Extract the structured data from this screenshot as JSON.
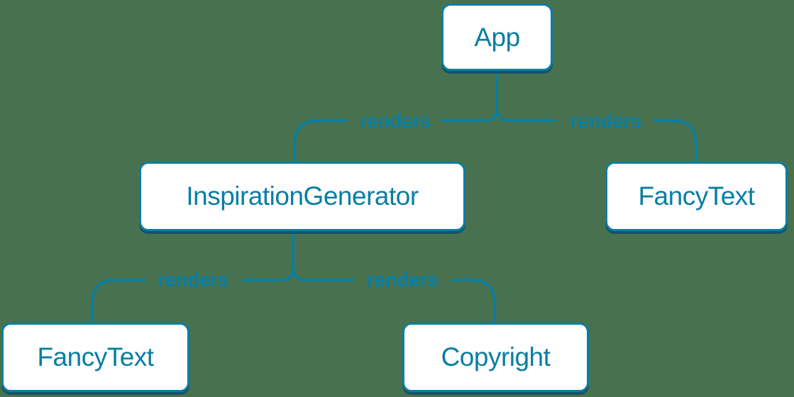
{
  "colors": {
    "background": "#48724f",
    "accent": "#087ea4",
    "node_fill": "#ffffff",
    "node_shadow": "#0f5278"
  },
  "nodes": [
    {
      "id": "app",
      "label": "App"
    },
    {
      "id": "inspiration-generator",
      "label": "InspirationGenerator"
    },
    {
      "id": "fancytext-top-right",
      "label": "FancyText"
    },
    {
      "id": "fancytext-bottom-left",
      "label": "FancyText"
    },
    {
      "id": "copyright",
      "label": "Copyright"
    }
  ],
  "edges": [
    {
      "from": "App",
      "to": "InspirationGenerator",
      "label": "renders"
    },
    {
      "from": "App",
      "to": "FancyText",
      "label": "renders"
    },
    {
      "from": "InspirationGenerator",
      "to": "FancyText",
      "label": "renders"
    },
    {
      "from": "InspirationGenerator",
      "to": "Copyright",
      "label": "renders"
    }
  ]
}
